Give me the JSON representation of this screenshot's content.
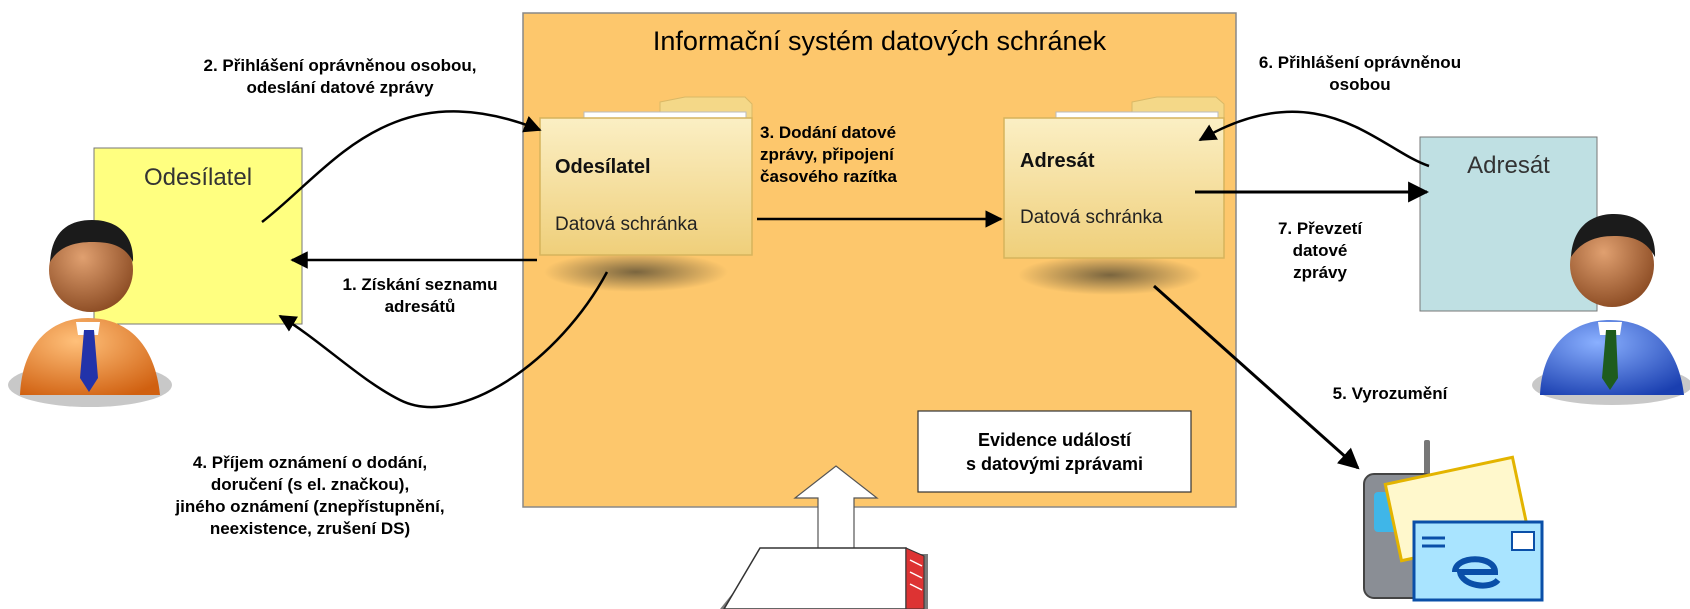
{
  "system": {
    "title": "Informační systém datových schránek"
  },
  "sender": {
    "label": "Odesílatel"
  },
  "recipient": {
    "label": "Adresát"
  },
  "sender_box": {
    "title": "Odesílatel",
    "subtitle": "Datová schránka"
  },
  "recipient_box": {
    "title": "Adresát",
    "subtitle": "Datová schránka"
  },
  "evidence": {
    "line1": "Evidence událostí",
    "line2": "s datovými zprávami"
  },
  "steps": {
    "s1": [
      "1. Získání seznamu",
      "adresátů"
    ],
    "s2": [
      "2. Přihlášení oprávněnou osobou,",
      "odeslání datové zprávy"
    ],
    "s3": [
      "3. Dodání datové",
      "zprávy, připojení",
      "časového razítka"
    ],
    "s4": [
      "4. Příjem oznámení o dodání,",
      "doručení (s el. značkou),",
      "jiného oznámení (znepřístupnění,",
      "neexistence, zrušení DS)"
    ],
    "s5": [
      "5. Vyrozumění"
    ],
    "s6": [
      "6. Přihlášení oprávněnou",
      "osobou"
    ],
    "s7": [
      "7. Převzetí",
      "datové",
      "zprávy"
    ]
  },
  "icons": [
    "sender-person-icon",
    "recipient-person-icon",
    "sender-folder-icon",
    "recipient-folder-icon",
    "mobile-email-icon",
    "archive-stack-icon",
    "upload-arrow-icon"
  ],
  "colors": {
    "system_bg": "#FDC76C",
    "sender_bg": "#FFFF80",
    "recipient_bg": "#BFE0E3",
    "folder": "#F8E2A0"
  }
}
